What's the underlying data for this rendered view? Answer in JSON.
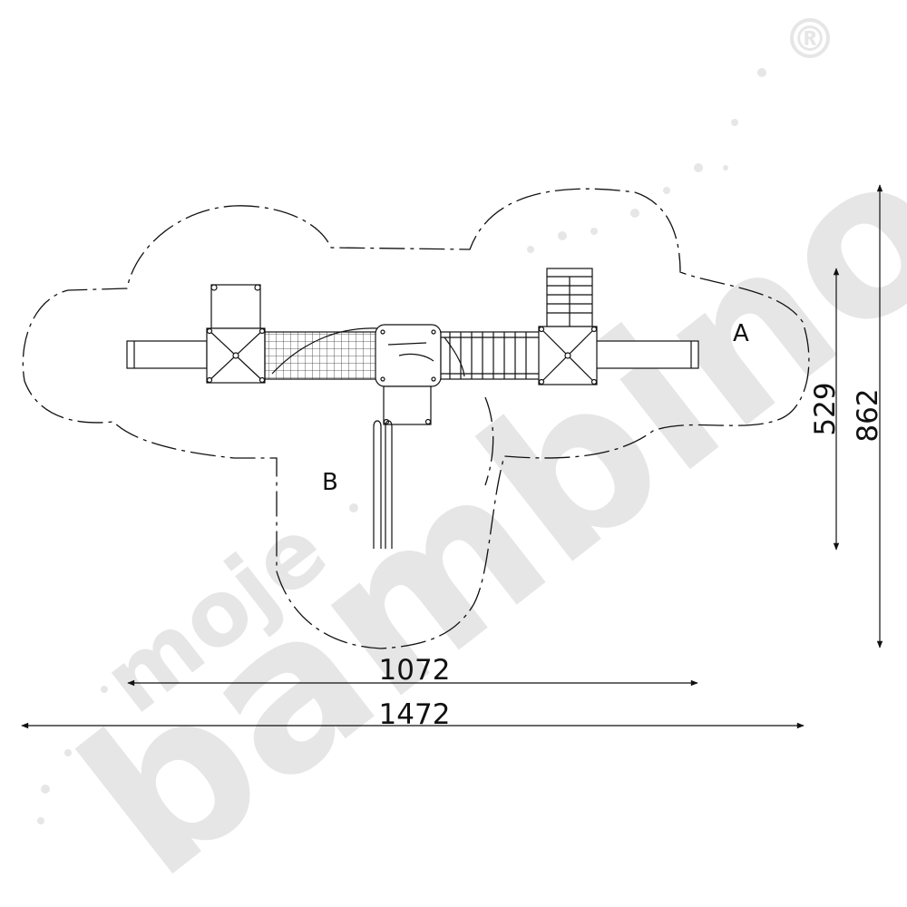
{
  "watermark": {
    "brand_small": "moje",
    "brand_large": "bambino",
    "registered_mark": "®",
    "color": "#e6e6e6"
  },
  "zones": {
    "a": "A",
    "b": "B"
  },
  "dimensions": {
    "inner_width": "1072",
    "outer_width": "1472",
    "inner_height": "529",
    "outer_height": "862"
  },
  "colors": {
    "line": "#111111",
    "watermark": "#e6e6e6"
  }
}
